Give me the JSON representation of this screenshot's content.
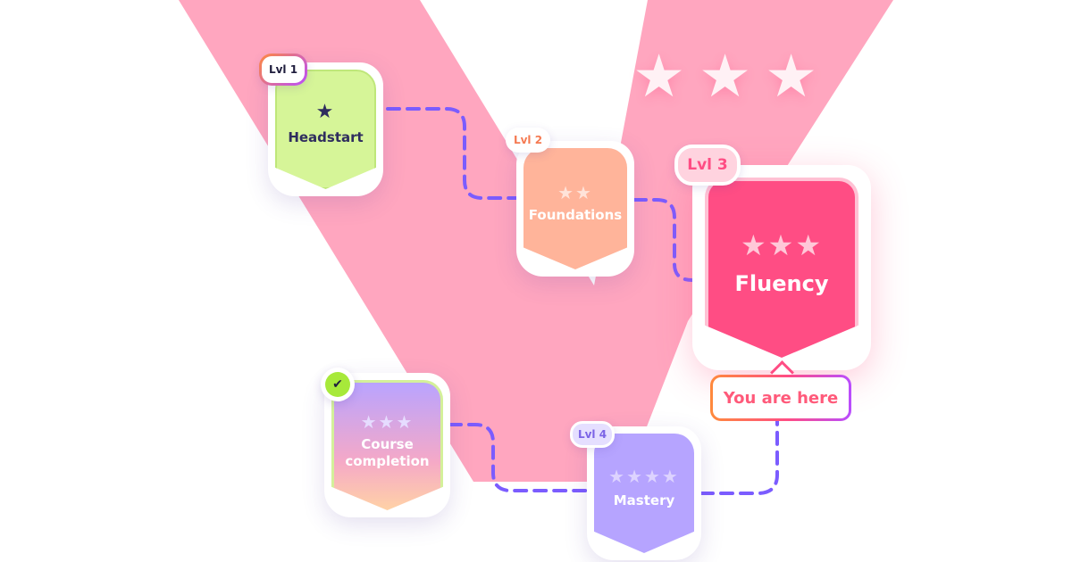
{
  "colors": {
    "ribbon": "#ffa6bf",
    "path": "#7b5cff",
    "headstart": "#d6f598",
    "foundations": "#ffb49a",
    "fluency": "#ff4d84",
    "mastery": "#b6a4ff",
    "check": "#a7e93a"
  },
  "decor": {
    "big_stars": [
      "★",
      "★",
      "★"
    ]
  },
  "levels": [
    {
      "tag": "Lvl 1",
      "title": "Headstart",
      "stars": "★"
    },
    {
      "tag": "Lvl 2",
      "title": "Foundations",
      "stars": "★★"
    },
    {
      "tag": "Lvl 3",
      "title": "Fluency",
      "stars": "★★★",
      "current": true
    },
    {
      "tag": "Lvl 4",
      "title": "Mastery",
      "stars": "★★★★"
    }
  ],
  "completion": {
    "title_line1": "Course",
    "title_line2": "completion",
    "stars": "★★★",
    "completed": true,
    "check_icon": "✔"
  },
  "marker": {
    "label": "You are here"
  }
}
